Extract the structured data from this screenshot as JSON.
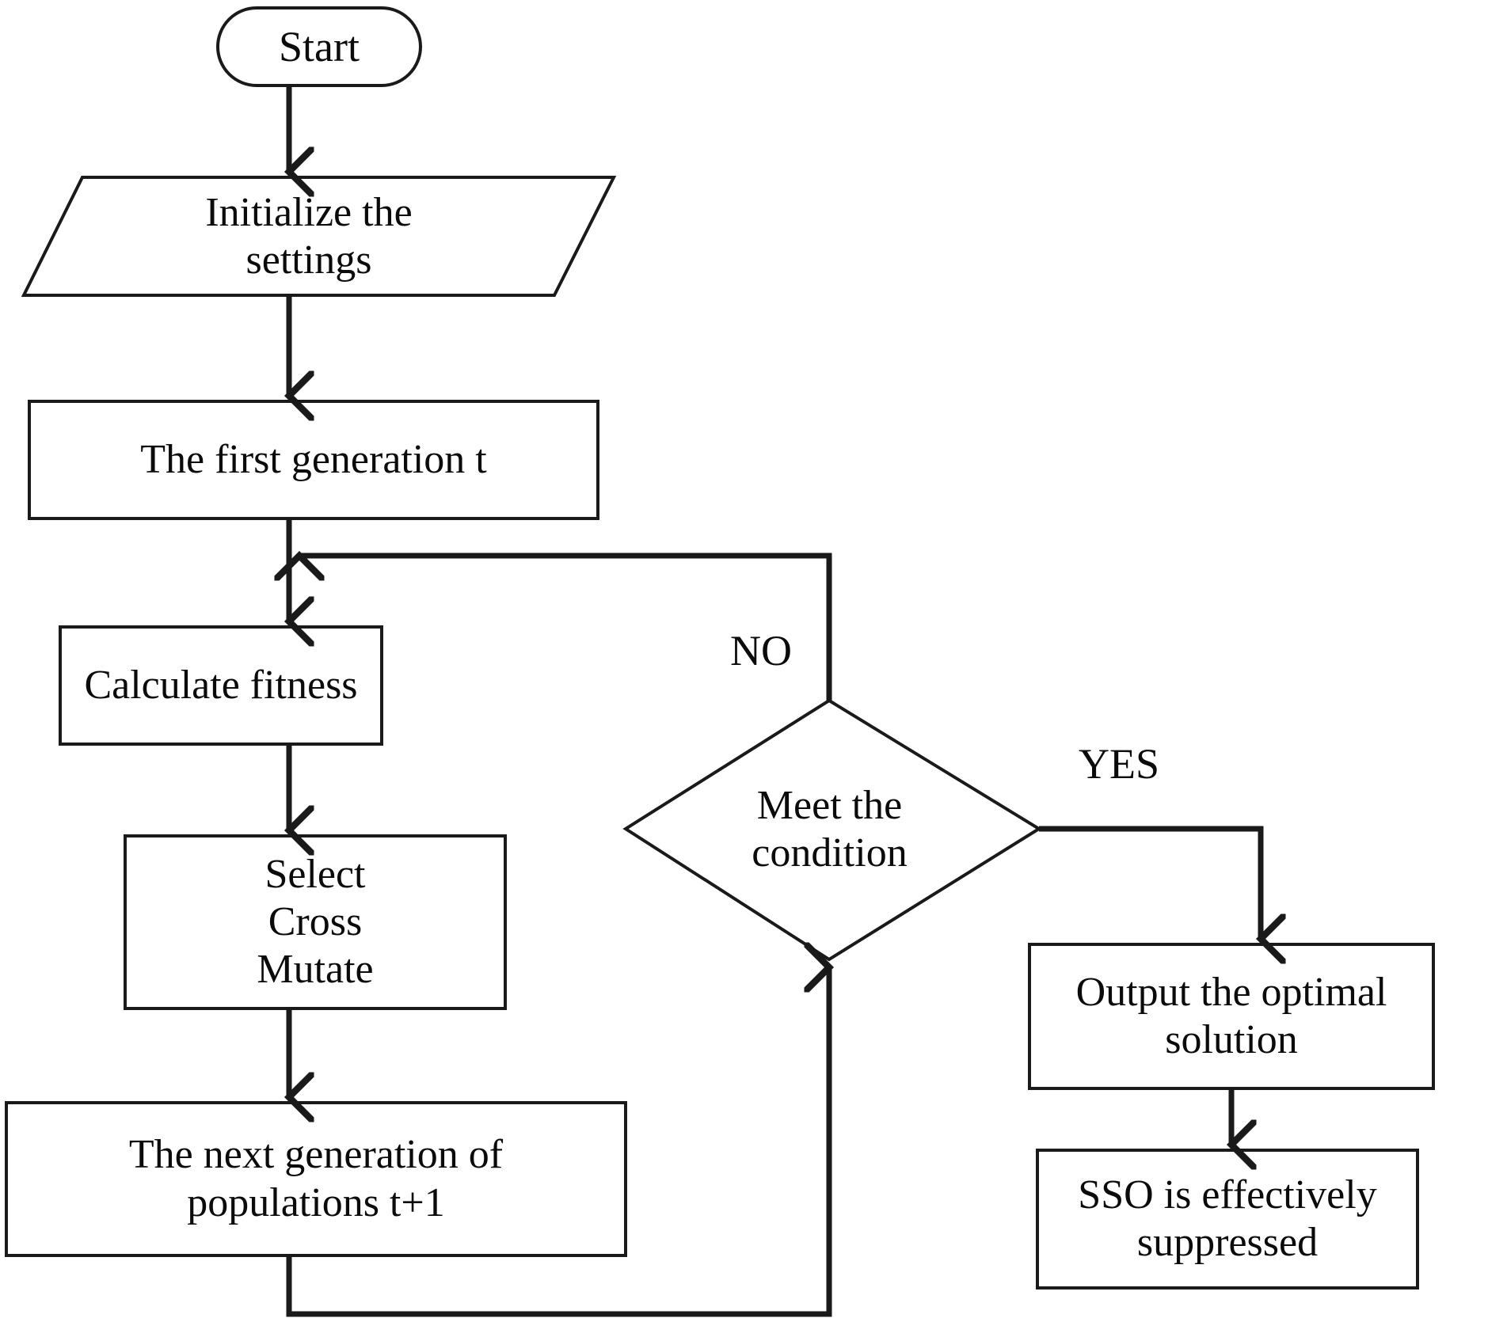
{
  "diagram": {
    "title": "Genetic algorithm flowchart for SSO suppression",
    "stroke_color": "#1a1a1a",
    "fill_color": "#ffffff",
    "text_color": "#0b0b0b",
    "nodes": {
      "start": {
        "label": "Start",
        "shape": "terminator-oval"
      },
      "initialize": {
        "label": "Initialize the\nsettings",
        "shape": "parallelogram-io"
      },
      "first_generation": {
        "label": "The first generation t",
        "shape": "process-rectangle"
      },
      "calculate_fitness": {
        "label": "Calculate fitness",
        "shape": "process-rectangle"
      },
      "select_cross_mutate": {
        "label": "Select\nCross\nMutate",
        "shape": "process-rectangle"
      },
      "next_generation": {
        "label": "The next generation of\npopulations t+1",
        "shape": "process-rectangle"
      },
      "decision": {
        "label": "Meet the\ncondition",
        "shape": "decision-diamond"
      },
      "output_solution": {
        "label": "Output the optimal\nsolution",
        "shape": "process-rectangle"
      },
      "sso_suppressed": {
        "label": "SSO is effectively\nsuppressed",
        "shape": "process-rectangle"
      }
    },
    "edge_labels": {
      "no": "NO",
      "yes": "YES"
    }
  }
}
